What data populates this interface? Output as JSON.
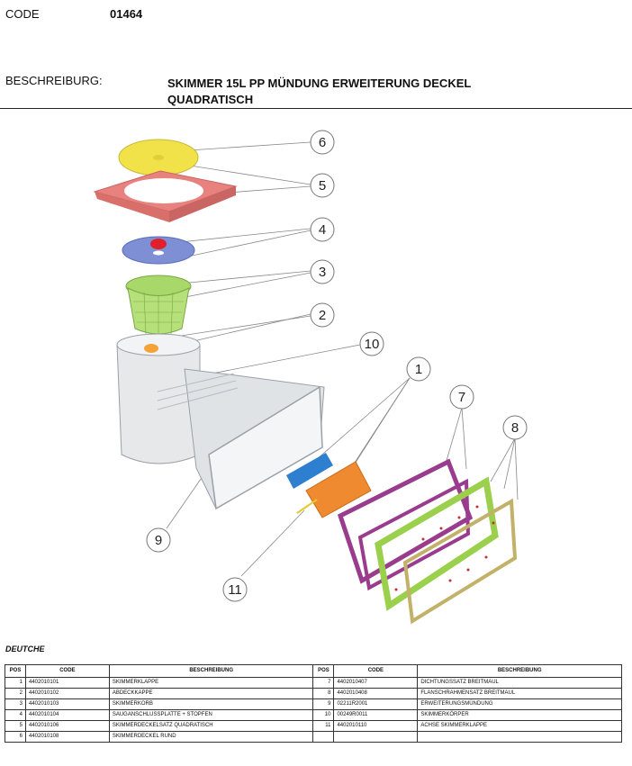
{
  "header": {
    "code_label": "CODE",
    "code_value": "01464",
    "description_label": "BESCHREIBURG:",
    "description_line1": "SKIMMER 15L PP MÜNDUNG ERWEITERUNG DECKEL",
    "description_line2": "QUADRATISCH"
  },
  "figure": {
    "callouts": [
      "6",
      "5",
      "4",
      "3",
      "2",
      "10",
      "1",
      "7",
      "8",
      "9",
      "11"
    ],
    "colors": {
      "lid": "#f2e24a",
      "frame": "#e8827e",
      "plate": "#7f8fd6",
      "basket": "#a8d86a",
      "body": "#e6e8ea",
      "flap": "#f08a30",
      "gasket_blue": "#2f7fd1",
      "gasket_purple": "#9a3c8e",
      "flange_green": "#9ad04c",
      "gasket_tan": "#c2b169"
    }
  },
  "parts": {
    "section_title": "DEUTCHE",
    "headers": [
      "POS",
      "CODE",
      "BESCHREIBUNG",
      "POS",
      "CODE",
      "BESCHREIBUNG"
    ],
    "rows": [
      [
        "1",
        "4402010101",
        "SKIMMERKLAPPE",
        "7",
        "4402010407",
        "DICHTUNGSSATZ BREITMAUL"
      ],
      [
        "2",
        "4402010102",
        "ABDECKKAPPE",
        "8",
        "4402010408",
        "FLANSCHRAHMENSATZ BREITMAUL"
      ],
      [
        "3",
        "4402010103",
        "SKIMMERKORB",
        "9",
        "02211R2001",
        "ERWEITERUNGSMÜNDUNG"
      ],
      [
        "4",
        "4402010104",
        "SAUGANSCHLUSSPLATTE + STOPFEN",
        "10",
        "00249R0011",
        "SKIMMERKÖRPER"
      ],
      [
        "5",
        "4402010106",
        "SKIMMERDECKELSATZ QUADRATISCH",
        "11",
        "4402010110",
        "ACHSE SKIMMERKLAPPE"
      ],
      [
        "6",
        "4402010108",
        "SKIMMERDECKEL RUND",
        "",
        "",
        ""
      ]
    ]
  }
}
